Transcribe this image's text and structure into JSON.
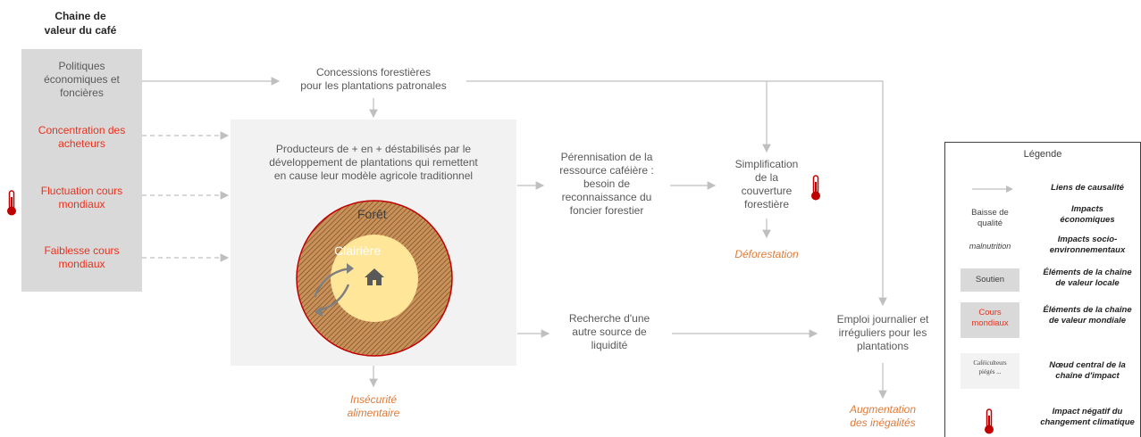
{
  "chain_title": [
    "Chaine de",
    "valeur du café"
  ],
  "chain_items": {
    "politiques": [
      "Politiques",
      "économiques et",
      "foncières"
    ],
    "concentration": [
      "Concentration des",
      "acheteurs"
    ],
    "fluctuation": [
      "Fluctuation cours",
      "mondiaux"
    ],
    "faiblesse": [
      "Faiblesse cours",
      "mondiaux"
    ]
  },
  "concessions": [
    "Concessions forestières",
    "pour les plantations patronales"
  ],
  "producteurs": [
    "Producteurs  de + en + déstabilisés  par le",
    "développement  de plantations  qui remettent",
    "en cause leur modèle agricole traditionnel"
  ],
  "foret_label": "Forêt",
  "clairiere_label": "Clairière",
  "perennisation": [
    "Pérennisation de la",
    "ressource caféière :",
    "besoin de",
    "reconnaissance du",
    "foncier forestier"
  ],
  "simplification": [
    "Simplification",
    "de la",
    "couverture",
    "forestière"
  ],
  "deforestation": "Déforestation",
  "recherche": [
    "Recherche d'une",
    "autre source de",
    "liquidité"
  ],
  "emploi": [
    "Emploi journalier et",
    "irréguliers pour les",
    "plantations"
  ],
  "insecurite": [
    "Insécurité",
    "alimentaire"
  ],
  "augmentation": [
    "Augmentation",
    "des inégalités"
  ],
  "legend": {
    "title": "Légende",
    "rows": [
      {
        "left": "",
        "right": [
          "Liens de causalité"
        ]
      },
      {
        "left": [
          "Baisse de",
          "qualité"
        ],
        "right": [
          "Impacts",
          "économiques"
        ]
      },
      {
        "left": [
          "malnutrition"
        ],
        "right": [
          "Impacts socio-",
          "environnementaux"
        ]
      },
      {
        "left": [
          "Soutien"
        ],
        "right": [
          "Éléments de la chaîne",
          "de valeur locale"
        ]
      },
      {
        "left": [
          "Cours",
          "mondiaux"
        ],
        "right": [
          "Éléments de la chaîne",
          "de valeur mondiale"
        ]
      },
      {
        "left": [
          "Caféiculteurs",
          "piégés ..."
        ],
        "right": [
          "Nœud central de la",
          "chaîne d'impact"
        ]
      },
      {
        "left": "",
        "right": [
          "Impact négatif du",
          "changement climatique"
        ]
      }
    ]
  },
  "colors": {
    "grey_box": "#d9d9d9",
    "light_box": "#f2f2f2",
    "red": "#e8321e",
    "orange": "#e07b39",
    "arrow": "#bfbfbf",
    "hatch": "#a0622d",
    "clairiere": "#ffe699"
  }
}
